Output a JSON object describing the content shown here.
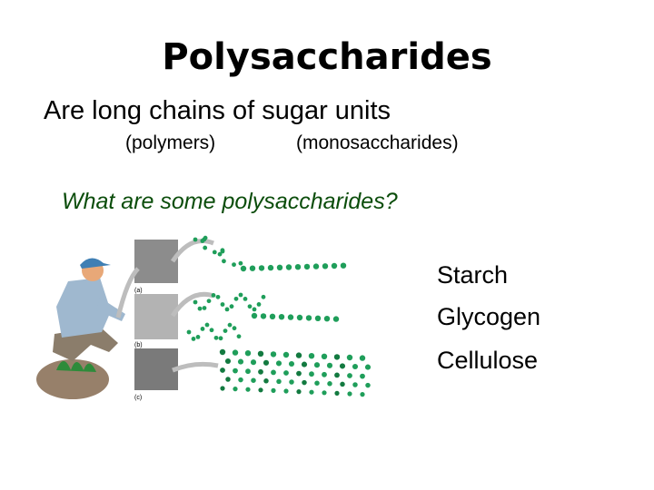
{
  "slide": {
    "title": "Polysaccharides",
    "subtitle": "Are long chains of sugar units",
    "note_left": "(polymers)",
    "note_right": "(monosaccharides)",
    "question": "What are some polysaccharides?",
    "examples": [
      "Starch",
      "Glycogen",
      "Cellulose"
    ]
  },
  "figure": {
    "panel_labels": [
      "(a)",
      "(b)",
      "(c)"
    ],
    "colors": {
      "chain": "#1f9e5a",
      "chain_dark": "#137a40",
      "arrow": "#bdbdbd",
      "shirt": "#9fb8cf",
      "cap": "#3f7fb4",
      "skin": "#e8a878",
      "pants": "#8b7d6b",
      "plant": "#2e8b3a",
      "soil": "#6b4a2b"
    }
  },
  "colors": {
    "question_text": "#0b4d0b"
  }
}
